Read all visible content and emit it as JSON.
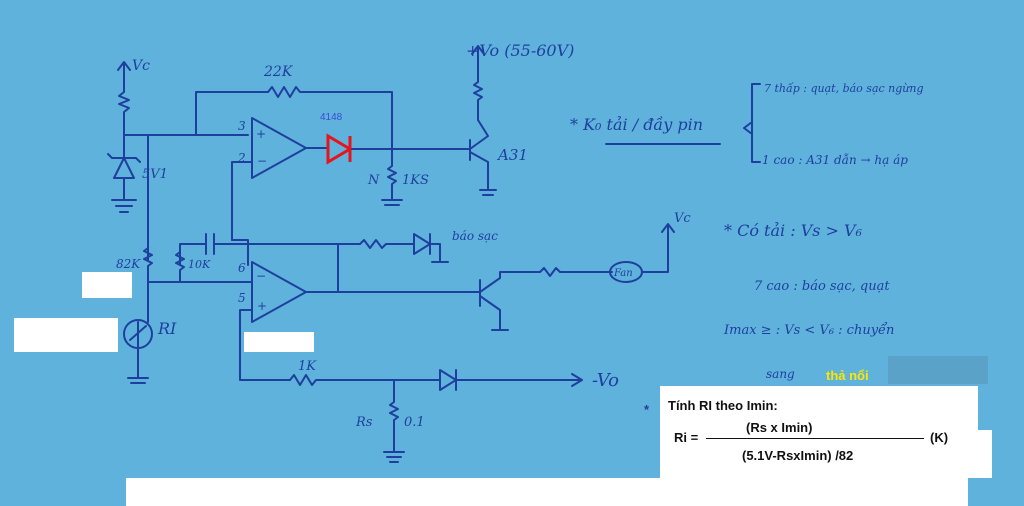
{
  "colors": {
    "paper": "#5fb2dc",
    "ink": "#1f3f9f",
    "diode_red": "#e8141c",
    "label_blue": "#3a4bd6",
    "yellow_note": "#ffe600",
    "mask": "#ffffff"
  },
  "schematic": {
    "vc_top": "Vc",
    "r_22k": "22K",
    "diode_code": "4148",
    "pin3": "3",
    "pin2": "2",
    "zener": "5V1",
    "r_1k_out": "1KS",
    "vo_supply": "+Vo (55-60V)",
    "q_a31": "A31",
    "led_charge": "báo sạc",
    "vc_right": "Vc",
    "fan": "Fan",
    "r_82k": "82K",
    "r_10k": "10K",
    "pin6": "6",
    "pin5": "5",
    "ri_label": "RI",
    "r_1k_bottom": "1K",
    "rs_label": "Rs",
    "rs_value": "0.1",
    "vo_out": "-Vo"
  },
  "notes": {
    "star1": "* K₀ tải / đầy pin",
    "n7_low": "7 thấp : quạt, báo sạc ngừng",
    "n1_high": "1 cao : A31 dẫn → hạ áp",
    "star2": "* Có tải : Vs > V₆",
    "n7_high": "7 cao : báo sạc, quạt",
    "n_when": "Imax ≥ : Vs < V₆ : chuyển",
    "n_mode": "sang",
    "n_float": "thả nổi"
  },
  "formula": {
    "heading": "Tính RI theo Imin:",
    "lhs": "Ri =",
    "numerator": "(Rs x Imin)",
    "denominator": "(5.1V-RsxImin) /82",
    "unit": "(K)",
    "star": "*"
  }
}
